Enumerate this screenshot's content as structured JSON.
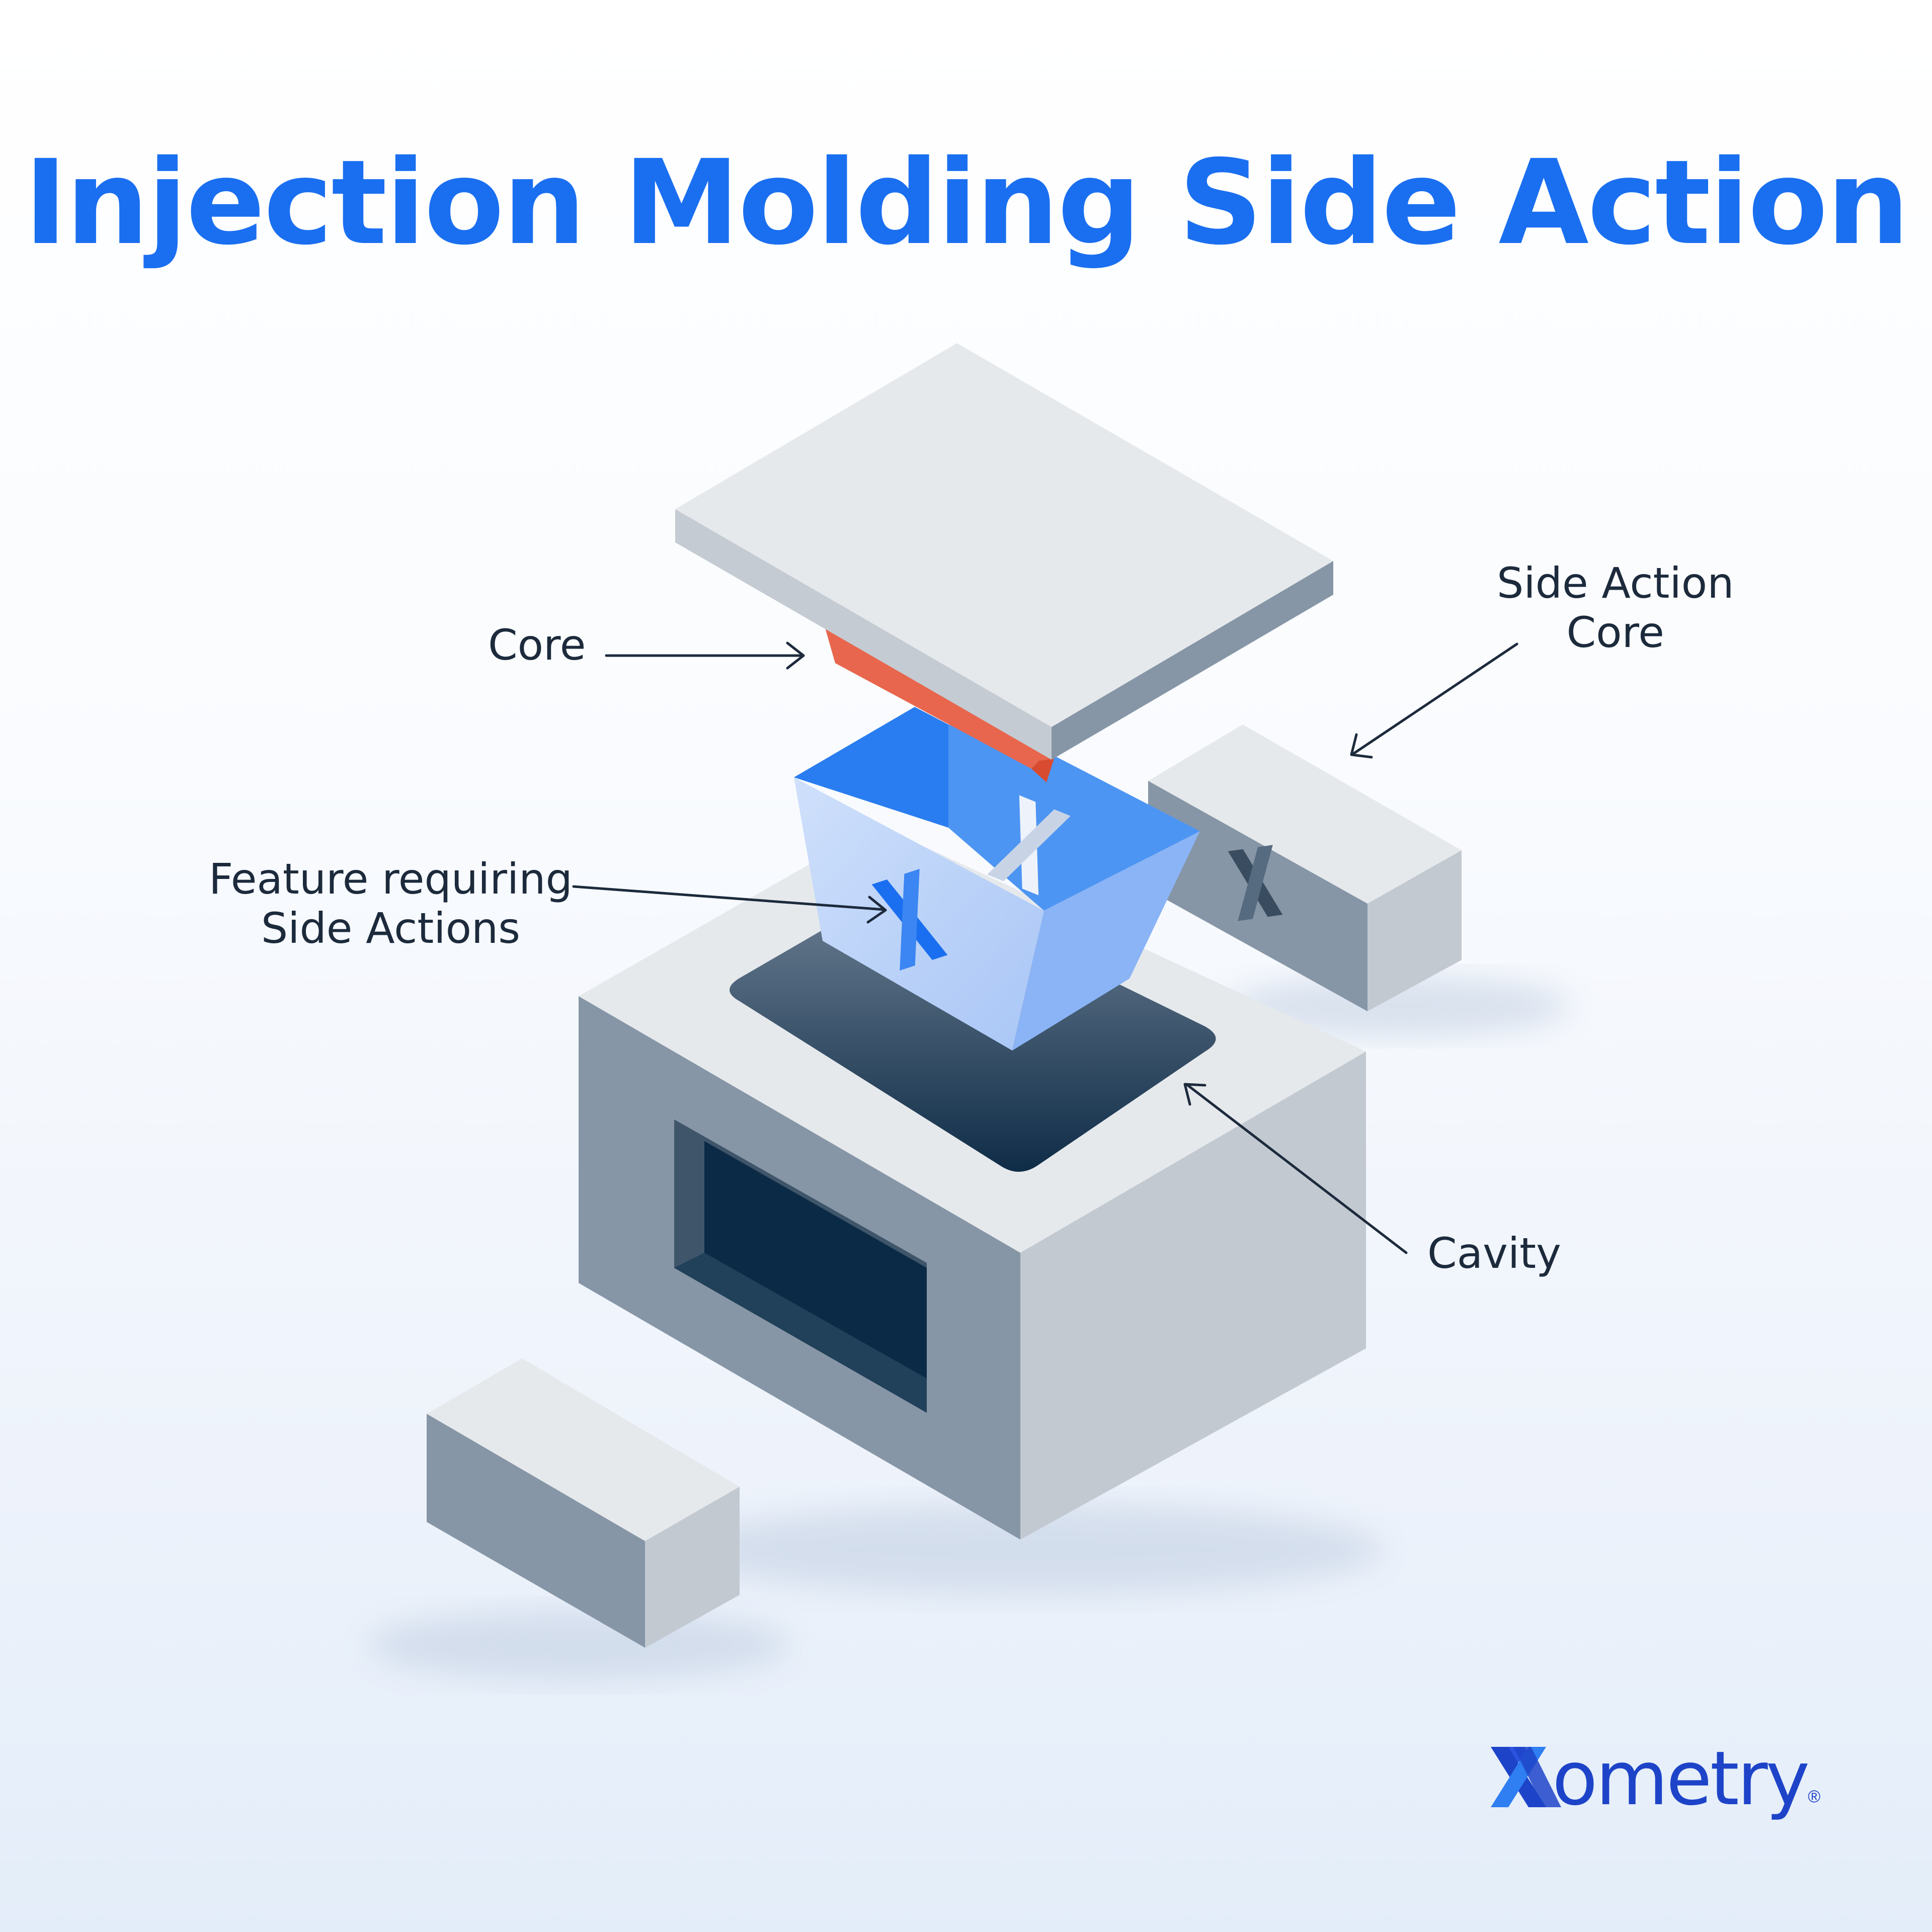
{
  "title": "Injection Molding Side Action",
  "labels": {
    "core": "Core",
    "side_action_core": [
      "Side Action",
      "Core"
    ],
    "feature": [
      "Feature requiring",
      "Side Actions"
    ],
    "cavity": "Cavity"
  },
  "brand": {
    "name": "ometry",
    "registered_mark": "®",
    "color": "#1d44c8"
  },
  "colors": {
    "title": "#1a6ff0",
    "core": "#e8664d",
    "part": "#2a7df0",
    "cavity": "#0b2a45",
    "mold_light": "#e5e8eb",
    "mold_dark": "#8493a3"
  }
}
